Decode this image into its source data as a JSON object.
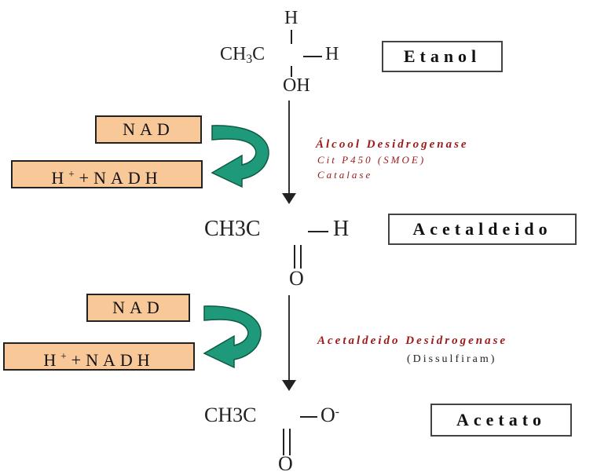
{
  "etanol": {
    "h_top": "H",
    "ch3_prefix": "CH",
    "ch3_sub": "3",
    "carbon": "C",
    "h_right": "H",
    "oh": "OH",
    "label": "Etanol"
  },
  "step1": {
    "cofactor_in": "NAD",
    "cofactor_out_h": "H",
    "cofactor_out_plus": "+",
    "cofactor_out_rest": "+NADH",
    "enzymes": [
      "Álcool Desidrogenase",
      "Cit P450 (SMOE)",
      "Catalase"
    ]
  },
  "acetaldeido": {
    "formula": "CH3C",
    "h_right": "H",
    "oxygen": "O",
    "label": "Acetaldeido"
  },
  "step2": {
    "cofactor_in": "NAD",
    "cofactor_out_h": "H",
    "cofactor_out_plus": "+",
    "cofactor_out_rest": "+NADH",
    "enzyme": "Acetaldeido Desidrogenase",
    "inhibitor": "(Dissulfiram)"
  },
  "acetato": {
    "formula": "CH3C",
    "o_minus": "O",
    "charge": "-",
    "oxygen": "O",
    "label": "Acetato"
  },
  "colors": {
    "cofactor_fill": "#f8c898",
    "arrow_green": "#1e9a7a",
    "enzyme_red": "#9b1a1a"
  }
}
